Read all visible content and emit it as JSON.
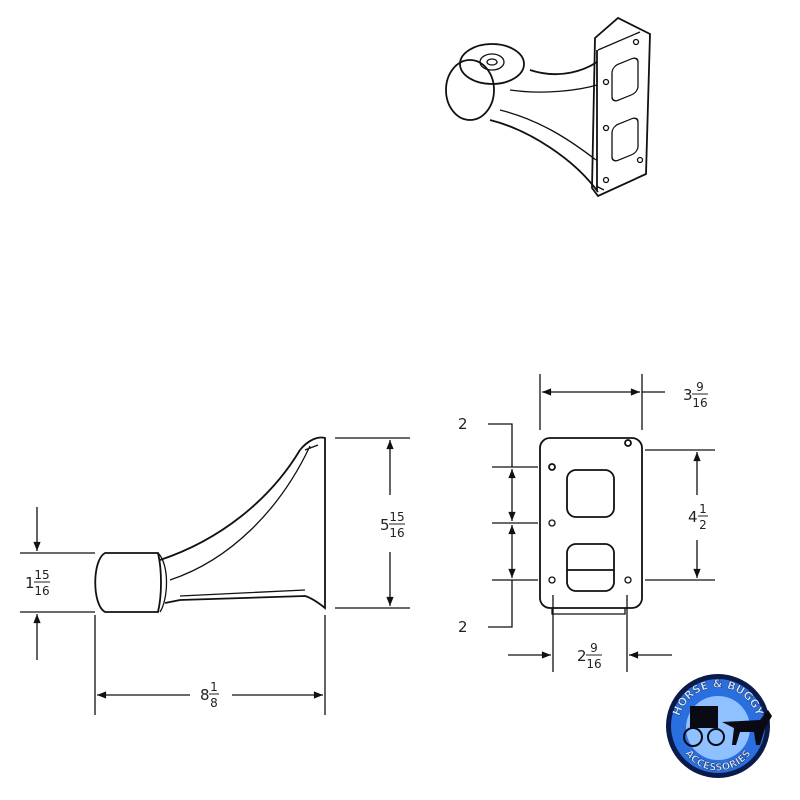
{
  "drawing": {
    "line_color": "#111111",
    "side_view": {
      "dimensions": {
        "height": {
          "whole": "5",
          "num": "15",
          "den": "16"
        },
        "cylinder_diameter": {
          "whole": "1",
          "num": "15",
          "den": "16"
        },
        "length": {
          "whole": "8",
          "num": "1",
          "den": "8"
        }
      }
    },
    "front_view": {
      "dimensions": {
        "width": {
          "whole": "3",
          "num": "9",
          "den": "16"
        },
        "hole_spacing_vertical": {
          "whole": "4",
          "num": "1",
          "den": "2"
        },
        "hole_pitch_top": "2",
        "hole_pitch_bottom": "2",
        "hole_spacing_horizontal": {
          "whole": "2",
          "num": "9",
          "den": "16"
        }
      }
    }
  },
  "logo": {
    "top_text": "HORSE & BUGGY",
    "bottom_text": "ACCESSORIES",
    "primary_color": "#2a6fe0",
    "dark_color": "#0a1a4a"
  }
}
